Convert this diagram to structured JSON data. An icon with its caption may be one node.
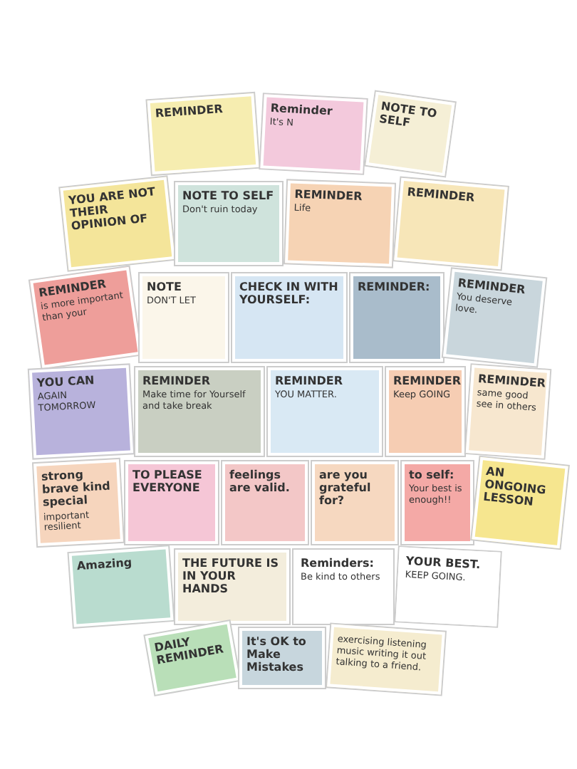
{
  "diagram": {
    "nodes": [
      {
        "text": [
          "REMINDER"
        ]
      },
      {
        "text": [
          "Reminder",
          "It's N"
        ]
      },
      {
        "text": [
          "NOTE TO SELF"
        ]
      },
      {
        "text": [
          "YOU ARE NOT THEIR OPINION OF"
        ]
      },
      {
        "text": [
          "NOTE TO SELF",
          "Don't ruin today"
        ]
      },
      {
        "text": [
          "REMINDER",
          "Life"
        ]
      },
      {
        "text": [
          "REMINDER"
        ]
      },
      {
        "text": [
          "REMINDER",
          "is more important than your"
        ]
      },
      {
        "text": [
          "NOTE",
          "DON'T LET"
        ]
      },
      {
        "text": [
          "CHECK IN WITH YOURSELF:"
        ]
      },
      {
        "text": [
          "REMINDER:"
        ]
      },
      {
        "text": [
          "REMINDER",
          "You deserve love."
        ]
      },
      {
        "text": [
          "YOU CAN",
          "AGAIN TOMORROW"
        ]
      },
      {
        "text": [
          "REMINDER",
          "Make time for Yourself and take break"
        ]
      },
      {
        "text": [
          "REMINDER",
          "YOU MATTER."
        ]
      },
      {
        "text": [
          "REMINDER",
          "Keep GOING"
        ]
      },
      {
        "text": [
          "REMINDER",
          "same good see in others"
        ]
      },
      {
        "text": [
          "strong brave kind special",
          "important resilient"
        ]
      },
      {
        "text": [
          "TO PLEASE EVERYONE"
        ]
      },
      {
        "text": [
          "feelings are valid."
        ]
      },
      {
        "text": [
          "are you grateful for?"
        ]
      },
      {
        "text": [
          "to self:",
          "Your best is enough!!"
        ]
      },
      {
        "text": [
          "AN ONGOING LESSON"
        ]
      },
      {
        "text": [
          "Amazing"
        ]
      },
      {
        "text": [
          "THE FUTURE IS IN YOUR HANDS"
        ]
      },
      {
        "text": [
          "Reminders:",
          "Be kind to others"
        ]
      },
      {
        "text": [
          "YOUR BEST.",
          "KEEP GOING."
        ]
      },
      {
        "text": [
          "DAILY REMINDER"
        ]
      },
      {
        "text": [
          "It's OK to Make Mistakes"
        ]
      },
      {
        "text": [
          "exercising listening music writing it out talking to a friend."
        ]
      }
    ]
  }
}
